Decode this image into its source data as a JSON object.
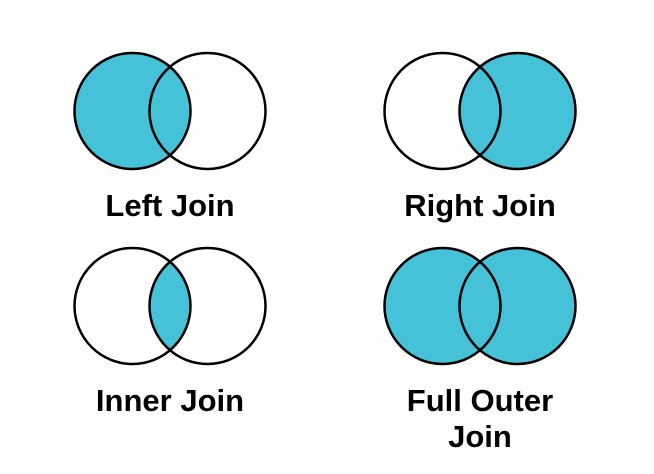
{
  "page": {
    "background": "#FFFFFF"
  },
  "colors": {
    "join_fill": "#45C2D8",
    "empty_fill": "#FFFFFF",
    "circle_stroke": "#000000",
    "label_color": "#000000"
  },
  "diagram": {
    "venns": [
      {
        "label": "Left Join",
        "fill_left": "#45C2D8",
        "fill_right": "#FFFFFF",
        "fill_intersection": "#45C2D8"
      },
      {
        "label": "Right Join",
        "fill_left": "#FFFFFF",
        "fill_right": "#45C2D8",
        "fill_intersection": "#45C2D8"
      },
      {
        "label": "Inner Join",
        "fill_left": "#FFFFFF",
        "fill_right": "#FFFFFF",
        "fill_intersection": "#45C2D8"
      },
      {
        "label": "Full Outer Join",
        "fill_left": "#45C2D8",
        "fill_right": "#45C2D8",
        "fill_intersection": "#45C2D8"
      }
    ]
  }
}
